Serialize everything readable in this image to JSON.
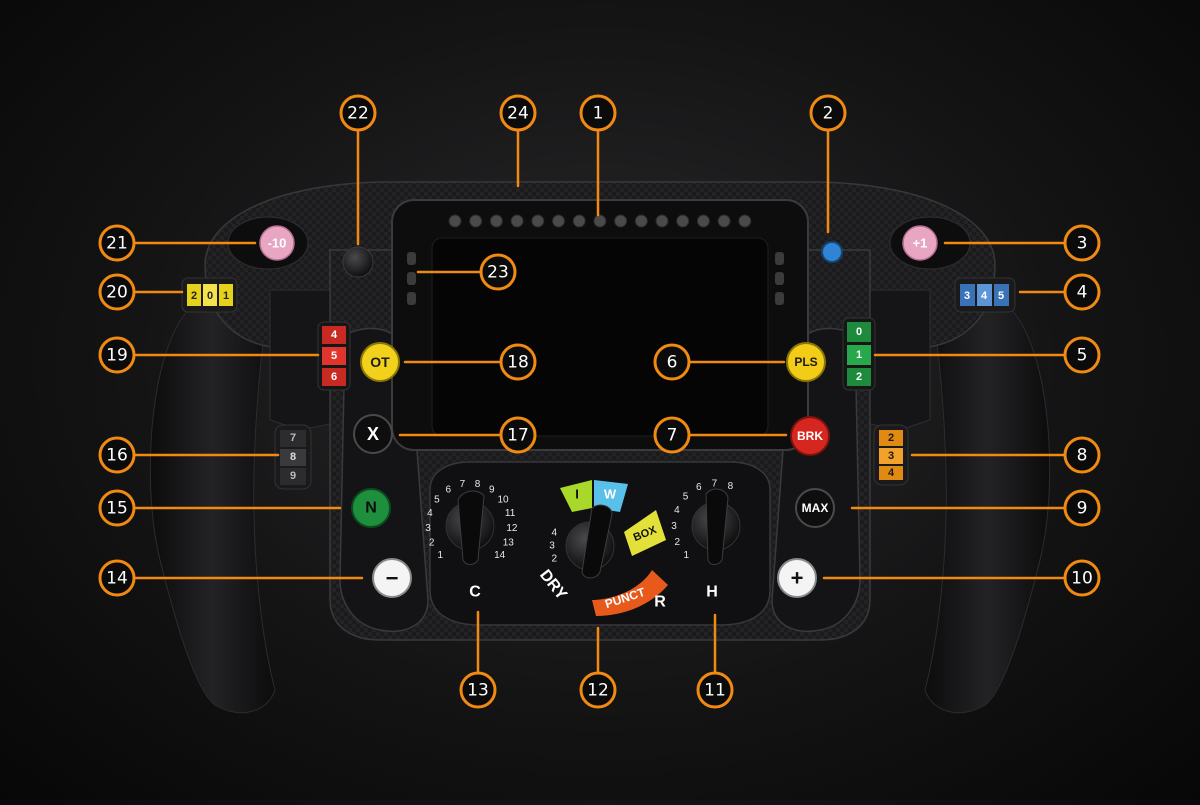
{
  "colors": {
    "callout": "#f08a12",
    "background": "#121213",
    "body": "#1c1c1e",
    "grip": "#101011",
    "overtake_yellow": "#f2d11c",
    "pls_yellow": "#f2cc16",
    "brk_red": "#d5271f",
    "n_green": "#1e8f3c",
    "pink": "#e9a6c3",
    "blue_knob": "#2f84d6"
  },
  "callouts": [
    "1",
    "2",
    "3",
    "4",
    "5",
    "6",
    "7",
    "8",
    "9",
    "10",
    "11",
    "12",
    "13",
    "14",
    "15",
    "16",
    "17",
    "18",
    "19",
    "20",
    "21",
    "22",
    "23",
    "24"
  ],
  "buttons": {
    "ot": "OT",
    "x": "X",
    "n": "N",
    "minus": "−",
    "pls": "PLS",
    "brk": "BRK",
    "max": "MAX",
    "plus": "+",
    "minus10": "-10",
    "plus1": "+1"
  },
  "left_thumbwheel_top": [
    "2",
    "0",
    "1"
  ],
  "right_thumbwheel_top": [
    "3",
    "4",
    "5"
  ],
  "left_rotary_red": [
    "4",
    "5",
    "6"
  ],
  "right_rotary_green": [
    "0",
    "1",
    "2"
  ],
  "left_lower_thumbwheel": [
    "7",
    "8",
    "9"
  ],
  "right_lower_thumbwheel": [
    "2",
    "3",
    "4"
  ],
  "rotary_left": {
    "label": "C",
    "ticks": [
      "1",
      "2",
      "3",
      "4",
      "5",
      "6",
      "7",
      "8",
      "9",
      "10",
      "11",
      "12",
      "13",
      "14"
    ]
  },
  "rotary_center": {
    "label_dry": "DRY",
    "label_r": "R",
    "segment_i": "I",
    "segment_w": "W",
    "segment_box": "BOX",
    "segment_punct": "PUNCT",
    "ticks": [
      "2",
      "3",
      "4"
    ]
  },
  "rotary_right": {
    "label": "H",
    "ticks": [
      "1",
      "2",
      "3",
      "4",
      "5",
      "6",
      "7",
      "8"
    ]
  }
}
